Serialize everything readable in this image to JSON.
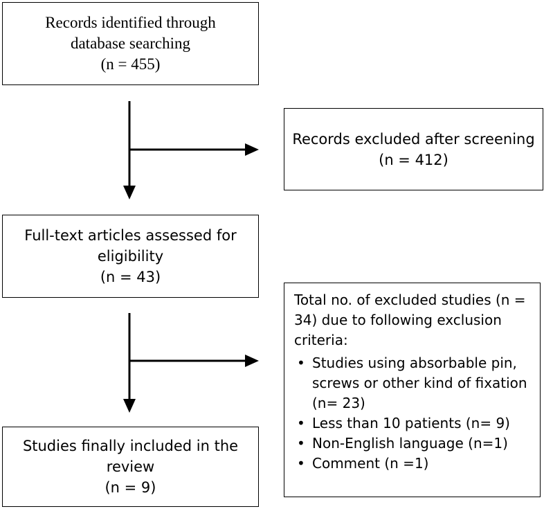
{
  "boxes": {
    "identified": {
      "line1": "Records identified through",
      "line2": "database searching",
      "line3": "(n = 455)"
    },
    "excluded_screening": {
      "line1": "Records excluded after screening",
      "line2": "(n =  412)"
    },
    "fulltext": {
      "line1": "Full-text articles assessed for",
      "line2": "eligibility",
      "line3": "(n =  43)"
    },
    "excluded_studies": {
      "intro_line1": "Total no. of excluded studies (n =",
      "intro_line2": "34) due to following exclusion",
      "intro_line3": "criteria:",
      "bullet_glyph": "•",
      "criteria": [
        {
          "line1": "Studies using absorbable pin,",
          "line2": "screws or other kind of fixation",
          "line3": "(n= 23)"
        },
        {
          "line1": "Less than 10 patients (n= 9)"
        },
        {
          "line1": "Non-English language (n=1)"
        },
        {
          "line1": "Comment (n =1)"
        }
      ]
    },
    "included": {
      "line1": "Studies finally included in the",
      "line2": "review",
      "line3": "(n =  9)"
    }
  }
}
